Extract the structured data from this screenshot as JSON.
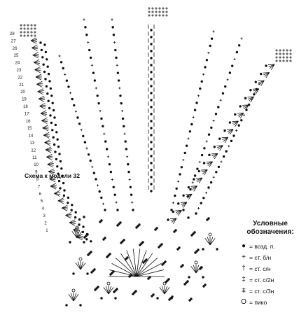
{
  "caption": "Схема к модели 32",
  "row_numbers": [
    "28",
    "27",
    "26",
    "25",
    "24",
    "23",
    "22",
    "21",
    "20",
    "19",
    "18",
    "17",
    "16",
    "15",
    "14",
    "13",
    "12",
    "11",
    "10",
    "9",
    "8",
    "7",
    "6",
    "5",
    "4",
    "3",
    "2",
    "1"
  ],
  "legend": {
    "title_line1": "Условные",
    "title_line2": "обозначения:",
    "items": [
      {
        "icon": "chain-dot-icon",
        "symbol": "●",
        "label": "= возд. п."
      },
      {
        "icon": "single-crochet-icon",
        "symbol": "+",
        "label": "= ст. б/н"
      },
      {
        "icon": "double-crochet-icon",
        "symbol": "†",
        "label": "= ст. с/н"
      },
      {
        "icon": "treble-crochet-icon",
        "symbol": "‡",
        "label": "= ст. с/2н"
      },
      {
        "icon": "double-treble-icon",
        "symbol": "⩨",
        "label": "= ст. с/3н"
      },
      {
        "icon": "picot-icon",
        "symbol": "O",
        "label": "= пико"
      }
    ]
  },
  "colors": {
    "ink": "#111111",
    "paper": "#ffffff"
  }
}
